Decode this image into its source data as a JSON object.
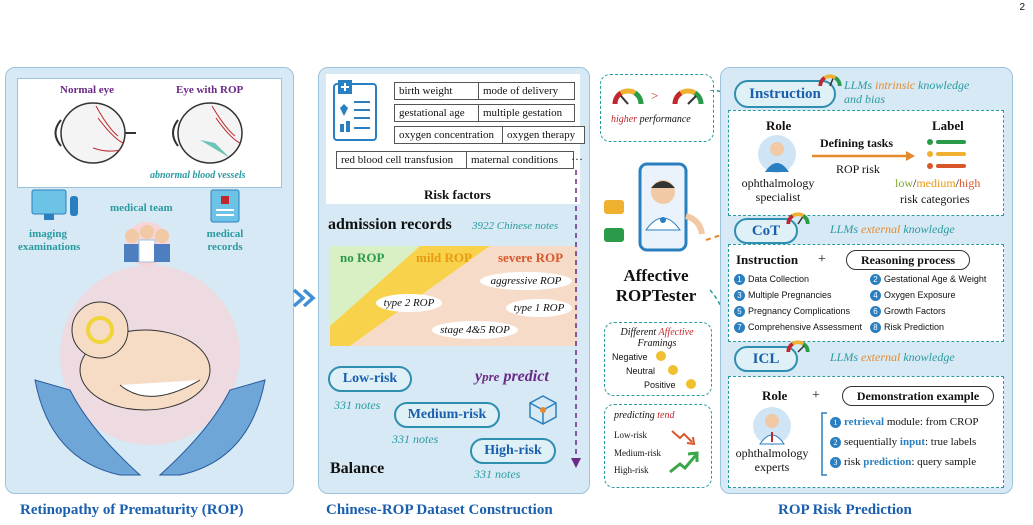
{
  "page_number": "2",
  "panel1": {
    "normal_eye": "Normal eye",
    "rop_eye": "Eye with ROP",
    "abnormal_vessels": "abnormal blood vessels",
    "medical_team": "medical team",
    "imaging": "imaging examinations",
    "records": "medical records",
    "caption": "Retinopathy of Prematurity (ROP)"
  },
  "panel2": {
    "factors": [
      "birth weight",
      "mode of delivery",
      "gestational age",
      "multiple gestation",
      "oxygen concentration",
      "oxygen therapy",
      "red blood cell transfusion",
      "maternal conditions",
      "···"
    ],
    "risk_factors_title": "Risk factors",
    "admission_title": "admission records",
    "admission_notes": "3922 Chinese notes",
    "no_rop": "no ROP",
    "mild_rop": "mild ROP",
    "severe_rop": "severe ROP",
    "aggressive": "aggressive ROP",
    "type2": "type 2 ROP",
    "type1": "type 1 ROP",
    "stage45": "stage 4&5 ROP",
    "low_risk": "Low-risk",
    "medium_risk": "Medium-risk",
    "high_risk": "High-risk",
    "notes_low": "331 notes",
    "notes_med": "331 notes",
    "notes_high": "331 notes",
    "ypre": "y",
    "ypre_sub": "pre",
    "predict": "predict",
    "balance": "Balance",
    "caption": "Chinese-ROP Dataset Construction"
  },
  "panel3": {
    "gt": ">",
    "higher": "higher",
    "performance": "performance",
    "title1": "Affective",
    "title2": "ROPTester",
    "framing_title1": "Different",
    "framing_title_affective": "Affective",
    "framing_title2": "Framings",
    "negative": "Negative",
    "neutral": "Neutral",
    "positive": "Positive",
    "predicting": "predicting",
    "tend": "tend",
    "low": "Low-risk",
    "medium": "Medium-risk",
    "high": "High-risk"
  },
  "panel4": {
    "instruction_label": "Instruction",
    "instruction_text1": "LLMs",
    "instruction_intrinsic": "intrinsic",
    "instruction_text2": "knowledge",
    "instruction_text3": "and bias",
    "role": "Role",
    "defining_tasks": "Defining tasks",
    "label": "Label",
    "rop_risk": "ROP risk",
    "ophthalmology": "ophthalmology",
    "specialist": "specialist",
    "low": "low",
    "medium": "medium",
    "high": "high",
    "risk_categories": "risk categories",
    "cot_label": "CoT",
    "cot_text1": "LLMs",
    "cot_external": "external",
    "cot_text2": "knowledge",
    "cot_instruction": "Instruction",
    "plus": "+",
    "reasoning": "Reasoning process",
    "steps": [
      "Data Collection",
      "Gestational Age & Weight",
      "Multiple Pregnancies",
      "Oxygen Exposure",
      "Pregnancy Complications",
      "Growth Factors",
      "Comprehensive Assessment",
      "Risk Prediction"
    ],
    "step_nums": [
      "1",
      "2",
      "3",
      "4",
      "5",
      "6",
      "7",
      "8"
    ],
    "icl_label": "ICL",
    "icl_text1": "LLMs",
    "icl_external": "external",
    "icl_text2": "knowledge",
    "icl_role": "Role",
    "icl_plus": "+",
    "demo": "Demonstration example",
    "demo_steps": [
      {
        "n": "1",
        "hl": "retrieval",
        "rest": " module: from CROP"
      },
      {
        "n": "2",
        "pre": "sequentially ",
        "hl": "input",
        "rest": ": true labels"
      },
      {
        "n": "3",
        "pre": "risk ",
        "hl": "prediction",
        "rest": ": query sample"
      }
    ],
    "experts1": "ophthalmology",
    "experts2": "experts",
    "caption": "ROP Risk Prediction"
  },
  "colors": {
    "panel_bg": "#d6e9f4",
    "teal": "#2a9ba0",
    "blue": "#1a5fae",
    "red": "#c0282d",
    "orange": "#e58a2c"
  }
}
